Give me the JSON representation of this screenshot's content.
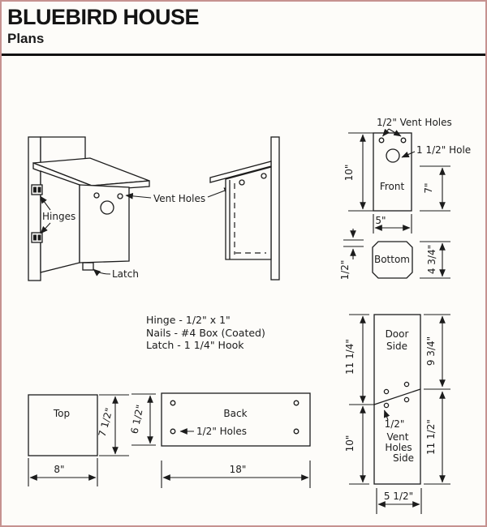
{
  "header": {
    "title": "BLUEBIRD HOUSE",
    "subtitle": "Plans"
  },
  "assembly_views": {
    "labels": {
      "hinges": "Hinges",
      "latch": "Latch",
      "vent_holes": "Vent Holes"
    }
  },
  "hardware_notes": {
    "line1": "Hinge - 1/2\" x 1\"",
    "line2": "Nails - #4 Box (Coated)",
    "line3": "Latch - 1 1/4\" Hook"
  },
  "panels": {
    "front": {
      "name": "Front",
      "width": "5\"",
      "height": "10\"",
      "hole_height": "7\"",
      "vent_note": "1/2\" Vent Holes",
      "hole_note": "1 1/2\" Hole"
    },
    "bottom": {
      "name": "Bottom",
      "recess": "1/2\"",
      "depth": "4 3/4\""
    },
    "top": {
      "name": "Top",
      "depth": "7 1/2\"",
      "width": "8\""
    },
    "back": {
      "name": "Back",
      "height": "6 1/2\"",
      "width": "18\"",
      "holes_note": "1/2\" Holes"
    },
    "side": {
      "door_line1": "Door",
      "door_line2": "Side",
      "upper_left": "11 1/4\"",
      "lower_left": "10\"",
      "upper_right": "9 3/4\"",
      "lower_right": "11 1/2\"",
      "width": "5 1/2\"",
      "vent_line1": "1/2\"",
      "vent_line2": "Vent",
      "vent_line3": "Holes",
      "vent_line4": "Side"
    }
  },
  "colors": {
    "ink": "#1c1c1c",
    "page_border": "#c69290",
    "header_rule": "#111111",
    "paper": "#fdfcf9"
  }
}
